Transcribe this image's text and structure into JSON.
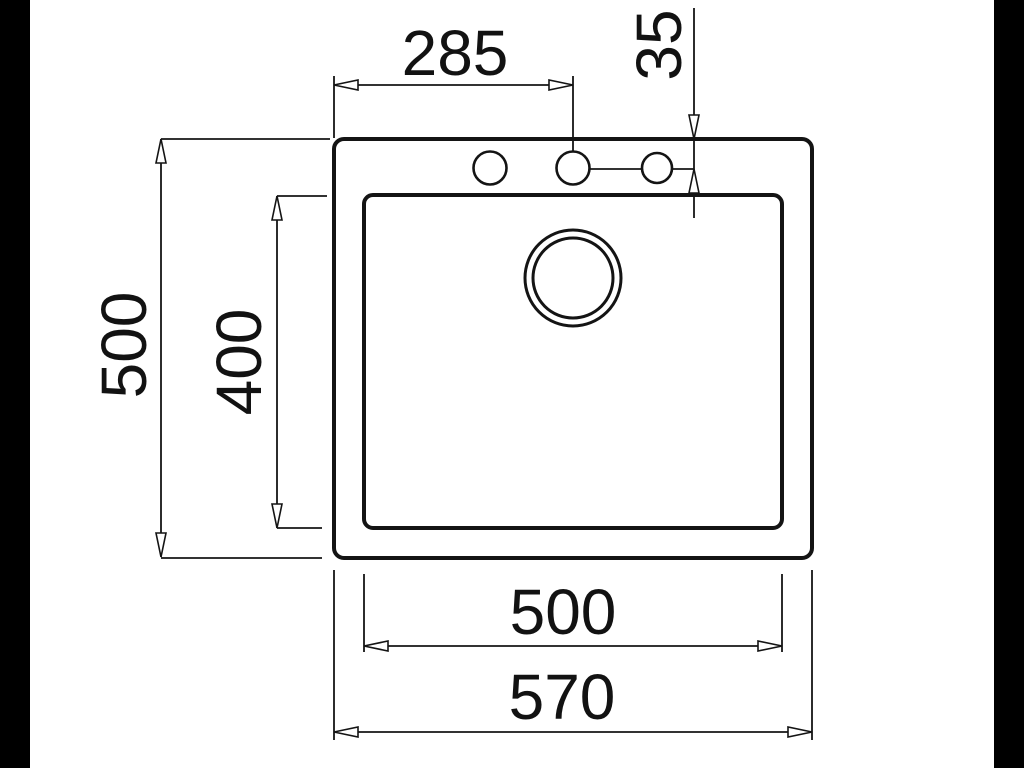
{
  "drawing": {
    "colors": {
      "line": "#141414",
      "canvas_background": "#ffffff",
      "pillarbox": "#000000"
    },
    "dimensions": {
      "faucet_center_offset_x": {
        "label": "285",
        "orientation": "horizontal",
        "measures": "left edge to middle faucet hole center"
      },
      "faucet_offset_from_top": {
        "label": "35",
        "orientation": "vertical",
        "measures": "top edge to faucet hole centerline"
      },
      "overall_depth": {
        "label": "500",
        "orientation": "vertical",
        "measures": "overall sink depth"
      },
      "basin_depth": {
        "label": "400",
        "orientation": "vertical",
        "measures": "inner basin depth"
      },
      "basin_width": {
        "label": "500",
        "orientation": "horizontal",
        "measures": "inner basin width"
      },
      "overall_width": {
        "label": "570",
        "orientation": "horizontal",
        "measures": "overall sink width"
      }
    }
  }
}
